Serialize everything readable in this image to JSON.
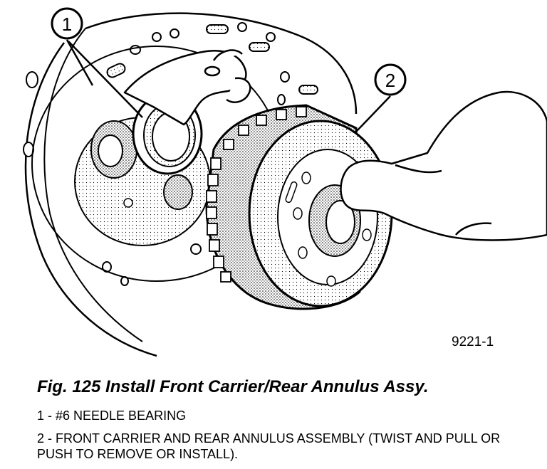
{
  "figure": {
    "number": "9221-1",
    "caption": "Fig. 125 Install Front Carrier/Rear Annulus Assy."
  },
  "callouts": [
    {
      "label": "1"
    },
    {
      "label": "2"
    }
  ],
  "legend": [
    {
      "text": "1 - #6 NEEDLE BEARING"
    },
    {
      "text": "2 - FRONT CARRIER AND REAR ANNULUS ASSEMBLY (TWIST AND PULL OR PUSH TO REMOVE OR INSTALL)."
    }
  ]
}
